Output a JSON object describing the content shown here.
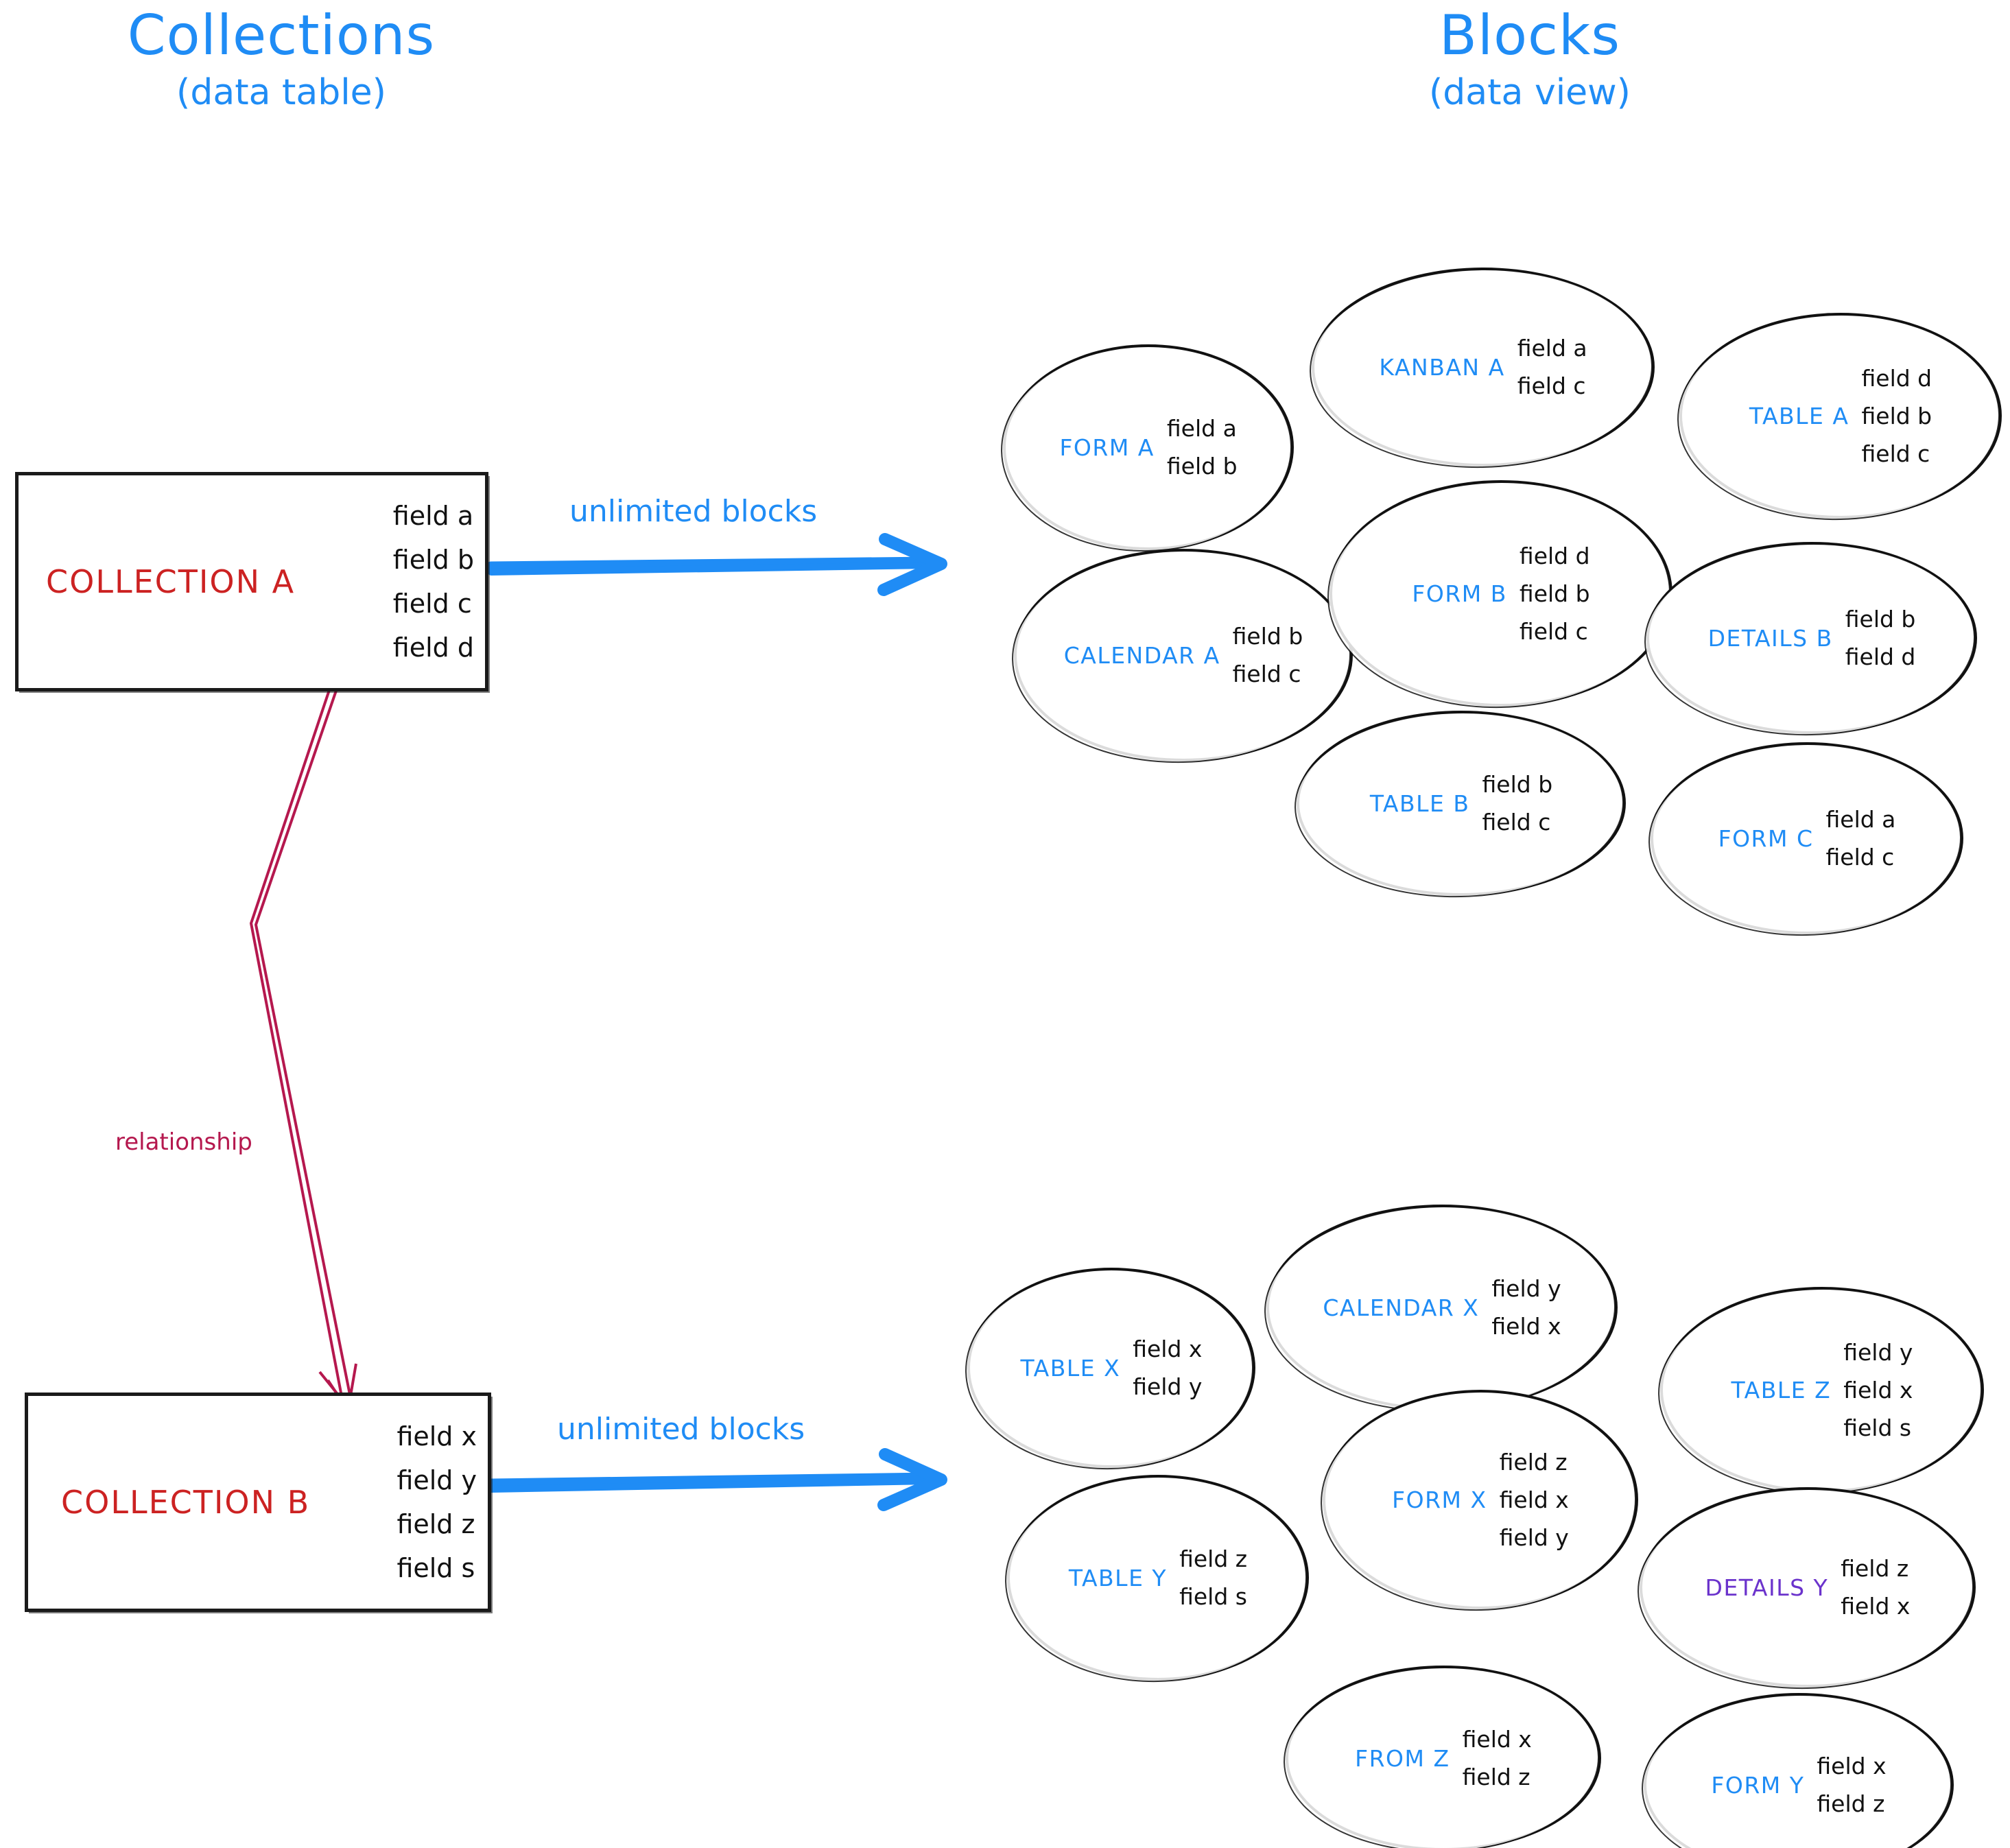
{
  "headings": {
    "left": {
      "main": "Collections",
      "sub": "(data table)"
    },
    "right": {
      "main": "Blocks",
      "sub": "(data view)"
    }
  },
  "colors": {
    "accent_blue": "#1f8cf5",
    "collection_red": "#cc2222",
    "relationship_crimson": "#b5184e",
    "details_purple": "#6b33cc",
    "ink_black": "#111111",
    "background": "#ffffff"
  },
  "collections": [
    {
      "name": "COLLECTION A",
      "fields": [
        "field a",
        "field b",
        "field c",
        "field d"
      ],
      "arrow_label": "unlimited blocks"
    },
    {
      "name": "COLLECTION B",
      "fields": [
        "field x",
        "field y",
        "field z",
        "field s"
      ],
      "arrow_label": "unlimited blocks"
    }
  ],
  "relationship": {
    "label": "relationship"
  },
  "block_groups": [
    {
      "source": "COLLECTION A",
      "blocks": [
        {
          "name": "FORM A",
          "color": "blue",
          "fields": [
            "field a",
            "field b"
          ]
        },
        {
          "name": "KANBAN A",
          "color": "blue",
          "fields": [
            "field a",
            "field c"
          ]
        },
        {
          "name": "TABLE A",
          "color": "blue",
          "fields": [
            "field d",
            "field b",
            "field c"
          ]
        },
        {
          "name": "CALENDAR A",
          "color": "blue",
          "fields": [
            "field b",
            "field c"
          ]
        },
        {
          "name": "FORM B",
          "color": "blue",
          "fields": [
            "field d",
            "field b",
            "field c"
          ]
        },
        {
          "name": "DETAILS B",
          "color": "blue",
          "fields": [
            "field b",
            "field d"
          ]
        },
        {
          "name": "TABLE B",
          "color": "blue",
          "fields": [
            "field b",
            "field c"
          ]
        },
        {
          "name": "FORM C",
          "color": "blue",
          "fields": [
            "field a",
            "field c"
          ]
        }
      ]
    },
    {
      "source": "COLLECTION B",
      "blocks": [
        {
          "name": "TABLE X",
          "color": "blue",
          "fields": [
            "field x",
            "field y"
          ]
        },
        {
          "name": "CALENDAR X",
          "color": "blue",
          "fields": [
            "field y",
            "field x"
          ]
        },
        {
          "name": "TABLE Z",
          "color": "blue",
          "fields": [
            "field y",
            "field x",
            "field s"
          ]
        },
        {
          "name": "TABLE Y",
          "color": "blue",
          "fields": [
            "field z",
            "field s"
          ]
        },
        {
          "name": "FORM X",
          "color": "blue",
          "fields": [
            "field z",
            "field x",
            "field y"
          ]
        },
        {
          "name": "DETAILS Y",
          "color": "purple",
          "fields": [
            "field z",
            "field x"
          ]
        },
        {
          "name": "FROM Z",
          "color": "blue",
          "fields": [
            "field x",
            "field z"
          ]
        },
        {
          "name": "FORM Y",
          "color": "blue",
          "fields": [
            "field x",
            "field z"
          ]
        }
      ]
    }
  ]
}
